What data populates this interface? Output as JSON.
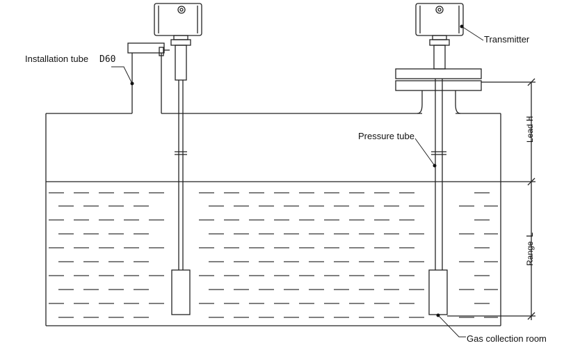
{
  "labels": {
    "installation_tube": "Installation tube",
    "installation_tube_size": "D60",
    "transmitter": "Transmitter",
    "pressure_tube": "Pressure tube",
    "gas_collection_room": "Gas collection room",
    "lead": "Lead",
    "lead_symbol": "H",
    "range": "Range",
    "range_symbol": "L"
  },
  "colors": {
    "line": "#222222",
    "dash": "#333333",
    "background": "#ffffff"
  }
}
